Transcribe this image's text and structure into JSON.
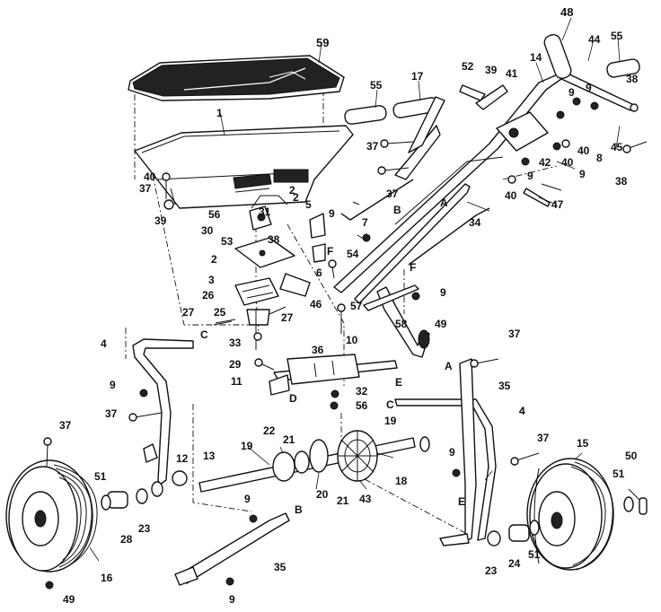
{
  "diagram": {
    "part_numbers": {
      "p1": "1",
      "p2": "2",
      "p2b": "2",
      "p3": "3",
      "p4": "4",
      "p4b": "4",
      "p5": "5",
      "p6": "6",
      "p7": "7",
      "p8": "8",
      "p9": "9",
      "p10": "10",
      "p11": "11",
      "p12": "12",
      "p13": "13",
      "p14": "14",
      "p15": "15",
      "p16": "16",
      "p17": "17",
      "p18": "18",
      "p19": "19",
      "p20": "20",
      "p21": "21",
      "p22": "22",
      "p23": "23",
      "p24": "24",
      "p25": "25",
      "p26": "26",
      "p27": "27",
      "p28": "28",
      "p29": "29",
      "p30": "30",
      "p31": "31",
      "p32": "32",
      "p33": "33",
      "p34": "34",
      "p35": "35",
      "p36": "36",
      "p37": "37",
      "p38": "38",
      "p39": "39",
      "p40": "40",
      "p41": "41",
      "p42": "42",
      "p43": "43",
      "p44": "44",
      "p45": "45",
      "p46": "46",
      "p47": "47",
      "p48": "48",
      "p49": "49",
      "p50": "50",
      "p51": "51",
      "p52": "52",
      "p53": "53",
      "p54": "54",
      "p55": "55",
      "p56": "56",
      "p57": "57",
      "p58": "58",
      "p59": "59"
    },
    "reference_letters": {
      "A": "A",
      "B": "B",
      "C": "C",
      "D": "D",
      "E": "E",
      "F": "F"
    }
  }
}
